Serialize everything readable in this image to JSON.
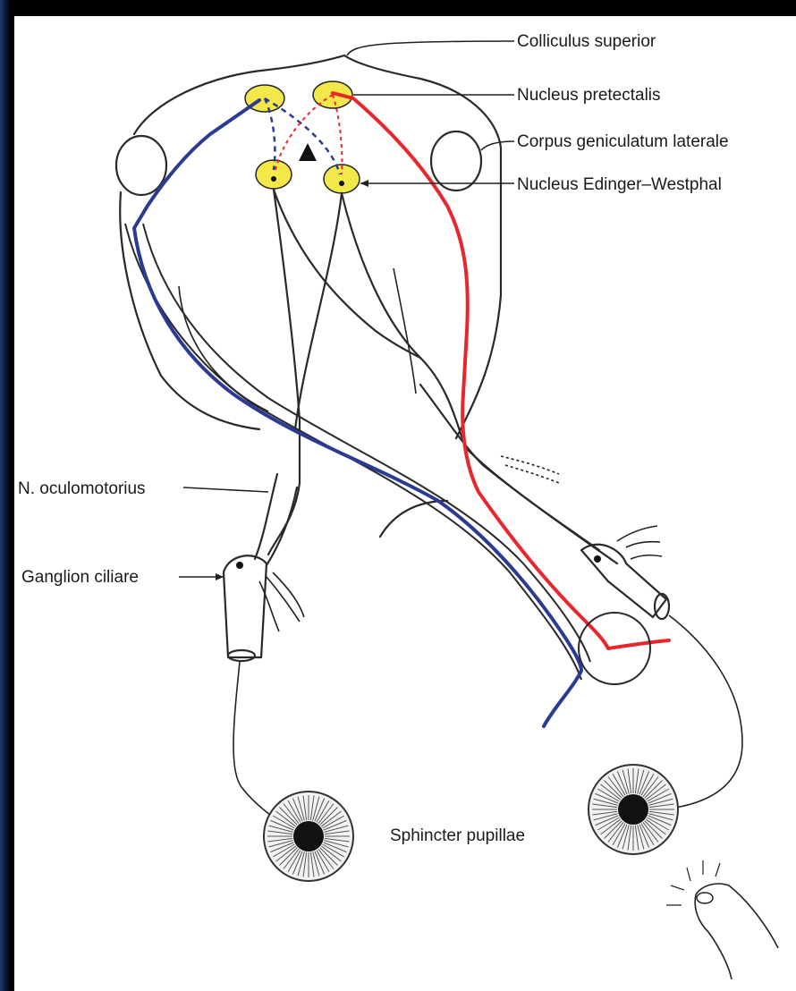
{
  "labels": {
    "colliculus_superior": "Colliculus superior",
    "nucleus_pretectalis": "Nucleus pretectalis",
    "corpus_geniculatum": "Corpus geniculatum laterale",
    "nucleus_edinger": "Nucleus Edinger–Westphal",
    "n_oculomotorius": "N. oculomotorius",
    "ganglion_ciliare": "Ganglion ciliare",
    "sphincter_pupillae": "Sphincter pupillae"
  },
  "colors": {
    "afferent_right": "#e8262b",
    "afferent_left": "#2b3a93",
    "nucleus_fill": "#f3e84a",
    "line": "#2a2a2a",
    "background": "#ffffff"
  },
  "icons": {
    "marker": "black-triangle-icon",
    "light_source": "penlight-icon"
  }
}
